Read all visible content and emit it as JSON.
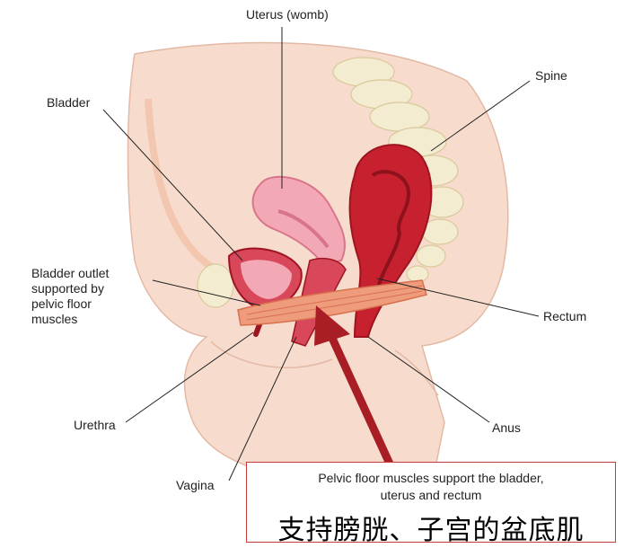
{
  "labels": {
    "uterus": "Uterus (womb)",
    "spine": "Spine",
    "bladder": "Bladder",
    "bladder_outlet": "Bladder outlet\nsupported by\npelvic floor\nmuscles",
    "rectum": "Rectum",
    "urethra": "Urethra",
    "anus": "Anus",
    "vagina": "Vagina"
  },
  "callout": {
    "english": "Pelvic floor muscles support the bladder,\nuterus and rectum",
    "chinese": "支持膀胱、子宫的盆底肌"
  },
  "colors": {
    "skin": "#f7dccd",
    "bone": "#f3ecd0",
    "uterus_pink": "#f2a9b5",
    "organ_red": "#c7202e",
    "muscle_orange": "#ef9c7c",
    "arrow_red": "#a81e24"
  }
}
